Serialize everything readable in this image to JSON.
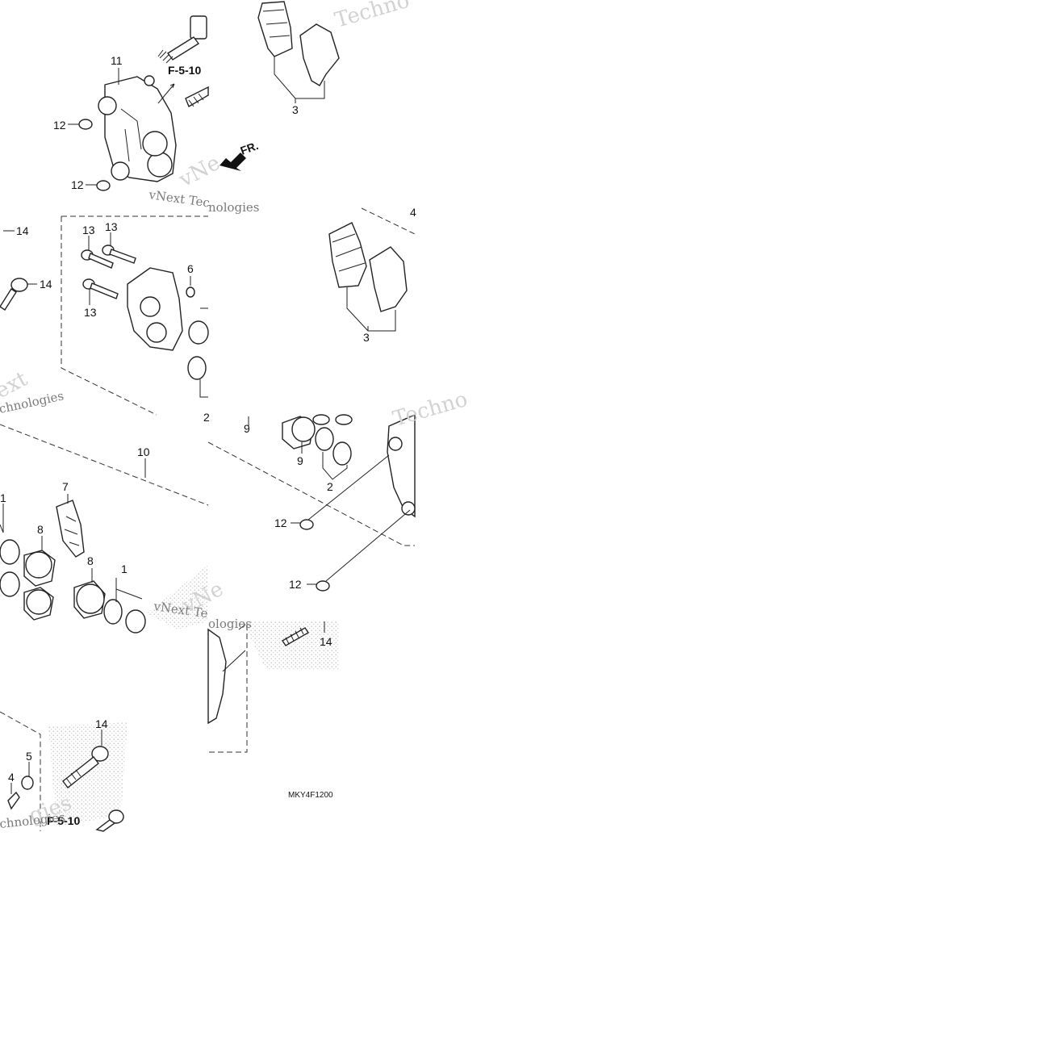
{
  "callouts": {
    "c1a": "11",
    "c1b": "12",
    "c1c": "12",
    "c1d": "3",
    "c2a": "14",
    "c2b": "14",
    "c2c": "13",
    "c2d": "13",
    "c2e": "13",
    "c2f": "6",
    "c2g": "3",
    "c2h": "2",
    "c3a": "10",
    "c3b": "1",
    "c3c": "7",
    "c3d": "8",
    "c3e": "8",
    "c3f": "1",
    "c4a": "9",
    "c4b": "9",
    "c4c": "2",
    "c4d": "12",
    "c4e": "12",
    "c5a": "14",
    "c5b": "5",
    "c5c": "4",
    "c6a": "14",
    "c7a": "4"
  },
  "references": {
    "f510_top": "F-5-10",
    "f510_bottom": "F-5-10",
    "front": "FR."
  },
  "drawing_code": "MKY4F1200",
  "watermarks": {
    "w1": "Techno",
    "w2": "vNext Tec",
    "w3": "vNe",
    "w4": "nologies",
    "w5": "ext",
    "w6": "chnologies",
    "w7": "Techno",
    "w8": "vNext Te",
    "w9": "vNe",
    "w10": "ologies",
    "w11": "chnologies",
    "w12": "gies"
  },
  "colors": {
    "line": "#222222",
    "background": "#ffffff",
    "watermark": "#d2d2d2",
    "stipple": "#b5b5b5"
  }
}
